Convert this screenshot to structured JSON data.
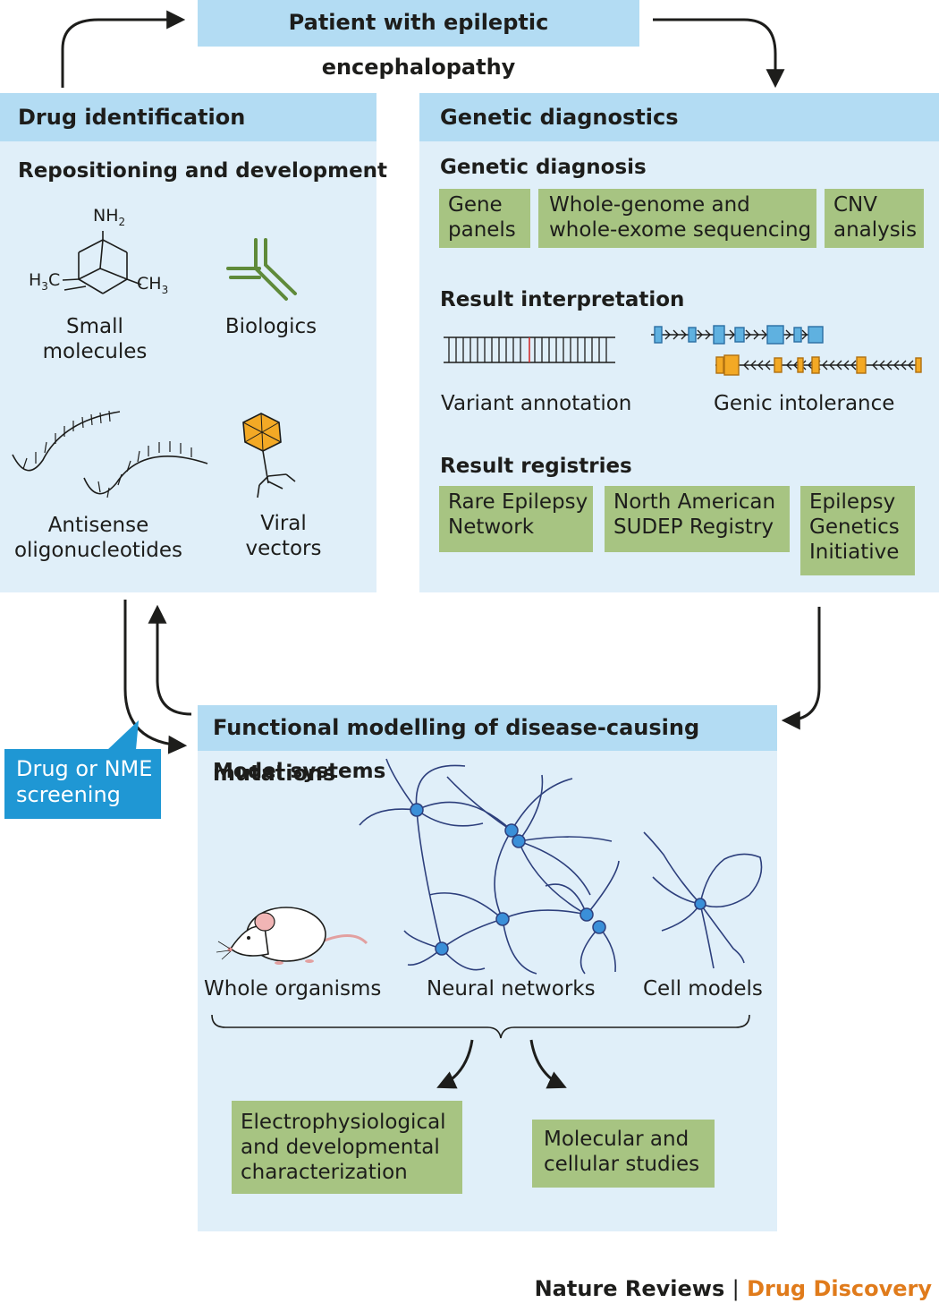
{
  "title": "Patient with epileptic encephalopathy",
  "drug_identification": {
    "header": "Drug identification",
    "subheader": "Repositioning and development",
    "chem_labels": {
      "nh2": "NH",
      "nh2_sub": "2",
      "h3c_h": "H",
      "h3c_sub": "3",
      "h3c_c": "C",
      "ch3_c": "CH",
      "ch3_sub": "3"
    },
    "items": {
      "small_molecules": [
        "Small",
        "molecules"
      ],
      "biologics": [
        "Biologics"
      ],
      "antisense": [
        "Antisense",
        "oligonucleotides"
      ],
      "viral_vectors": [
        "Viral",
        "vectors"
      ]
    }
  },
  "genetic_diagnostics": {
    "header": "Genetic diagnostics",
    "genetic_diagnosis": {
      "title": "Genetic diagnosis",
      "boxes": [
        [
          "Gene",
          "panels"
        ],
        [
          "Whole-genome and",
          "whole-exome sequencing"
        ],
        [
          "CNV",
          "analysis"
        ]
      ]
    },
    "result_interpretation": {
      "title": "Result interpretation",
      "labels": [
        "Variant annotation",
        "Genic intolerance"
      ]
    },
    "result_registries": {
      "title": "Result registries",
      "boxes": [
        [
          "Rare Epilepsy",
          "Network"
        ],
        [
          "North American",
          "SUDEP Registry"
        ],
        [
          "Epilepsy",
          "Genetics",
          "Initiative"
        ]
      ]
    }
  },
  "functional_modelling": {
    "header": "Functional modelling of disease-causing mutations",
    "subheader": "Model systems",
    "labels": [
      "Whole organisms",
      "Neural networks",
      "Cell models"
    ],
    "outcomes": [
      [
        "Electrophysiological",
        "and developmental",
        "characterization"
      ],
      [
        "Molecular and",
        "cellular studies"
      ]
    ]
  },
  "callout": [
    "Drug or NME",
    "screening"
  ],
  "footer": {
    "journal": "Nature Reviews",
    "separator": "|",
    "section": "Drug Discovery"
  },
  "colors": {
    "panel": "#e0eff9",
    "header": "#b3dcf3",
    "green": "#a7c482",
    "callout": "#1f97d4",
    "neuron": "#2d3f7c",
    "accent": "#e07b1b"
  }
}
